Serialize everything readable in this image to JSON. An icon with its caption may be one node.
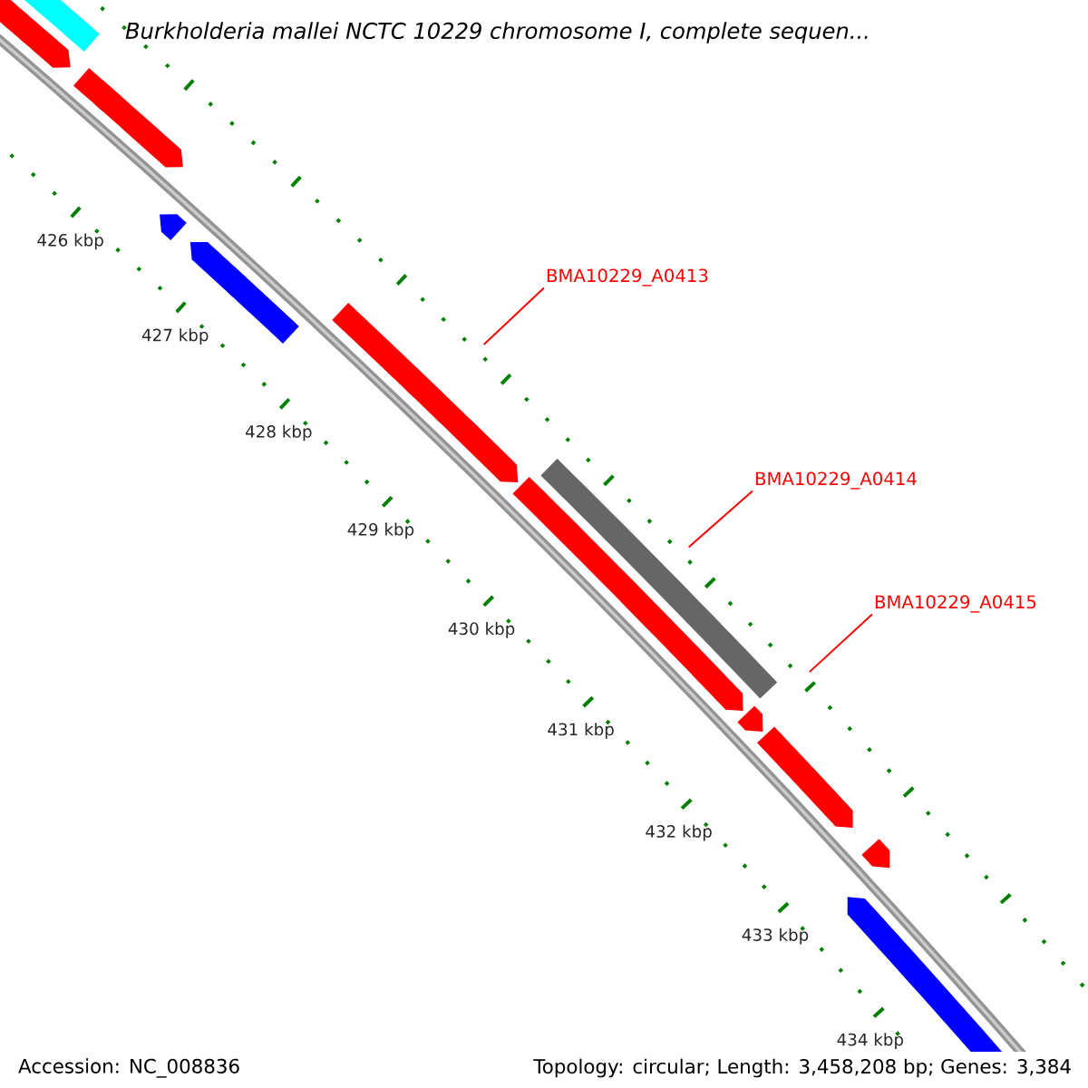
{
  "diagram": {
    "title": "Burkholderia mallei NCTC 10229 chromosome I, complete sequen...",
    "nodes": [
      {
        "text": [
          "BMA10229_A0413"
        ]
      },
      {
        "text": [],
        "shape": "pentagon"
      },
      {
        "text": [
          "BMA10229_A0414"
        ]
      },
      {
        "text": [],
        "shape": "pentagon"
      },
      {
        "text": [
          "BMA10229_A0415"
        ]
      },
      {
        "text": [],
        "shape": "pentagon"
      }
    ],
    "edges": [
      {
        "from": 0,
        "to": 1,
        "arrow": "none"
      },
      {
        "from": 2,
        "to": 3,
        "arrow": "none"
      },
      {
        "from": 4,
        "to": 5,
        "arrow": "none"
      }
    ],
    "labels": [
      "426 kbp",
      "427 kbp",
      "428 kbp",
      "429 kbp",
      "430 kbp",
      "431 kbp",
      "432 kbp",
      "433 kbp",
      "434 kbp",
      "Accession: NC_008836",
      "Topology: circular; Length: 3,458,208 bp; Genes: 3,384"
    ]
  }
}
